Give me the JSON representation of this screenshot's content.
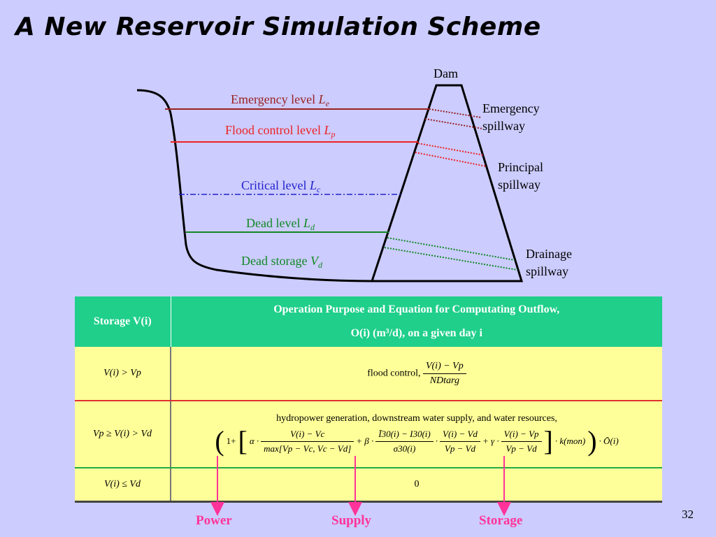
{
  "slide": {
    "title": "A New Reservoir Simulation Scheme",
    "page_number": "32"
  },
  "diagram": {
    "dam_label": "Dam",
    "levels": [
      {
        "text": "Emergency level ",
        "var": "L",
        "sub": "e",
        "color": "#992222"
      },
      {
        "text": "Flood control level ",
        "var": "L",
        "sub": "p",
        "color": "#ee2222"
      },
      {
        "text": "Critical level ",
        "var": "L",
        "sub": "c",
        "color": "#2222cc"
      },
      {
        "text": "Dead level ",
        "var": "L",
        "sub": "d",
        "color": "#118822"
      },
      {
        "text": "Dead storage ",
        "var": "V",
        "sub": "d",
        "color": "#118822"
      }
    ],
    "spillways": {
      "emergency": [
        "Emergency",
        "spillway"
      ],
      "principal": [
        "Principal",
        "spillway"
      ],
      "drainage": [
        "Drainage",
        "spillway"
      ]
    }
  },
  "table": {
    "header": {
      "col1": "Storage V(i)",
      "col2_line1": "Operation Purpose and Equation for Computating Outflow,",
      "col2_line2": "O(i) (m³/d), on a given day i"
    },
    "rows": [
      {
        "condition": "V(i) > Vp",
        "purpose": "flood control,",
        "eq_num": "V(i) − Vp",
        "eq_den": "NDtarg"
      },
      {
        "condition": "Vp ≥ V(i) > Vd",
        "purpose": "hydropower generation, downstream water supply, and water resources,",
        "eq": {
          "term1_num": "V(i) − Vc",
          "term1_den": "max[Vp − Vc, Vc − Vd]",
          "term2_num": "Ī30(i) − I30(i)",
          "term2_den": "σ30(i)",
          "term2b_num": "V(i) − Vd",
          "term2b_den": "Vp − Vd",
          "term3_num": "V(i) − Vp",
          "term3_den": "Vp − Vd",
          "tail": "· k(mon)",
          "out": "· Ō(i)"
        }
      },
      {
        "condition": "V(i) ≤ Vd",
        "value": "0"
      }
    ]
  },
  "bottom_labels": {
    "power": "Power",
    "supply": "Supply",
    "storage": "Storage"
  },
  "colors": {
    "background": "#ccccff",
    "header_green": "#1fcf8a",
    "row_yellow": "#ffff99",
    "arrow_pink": "#ff3399"
  }
}
